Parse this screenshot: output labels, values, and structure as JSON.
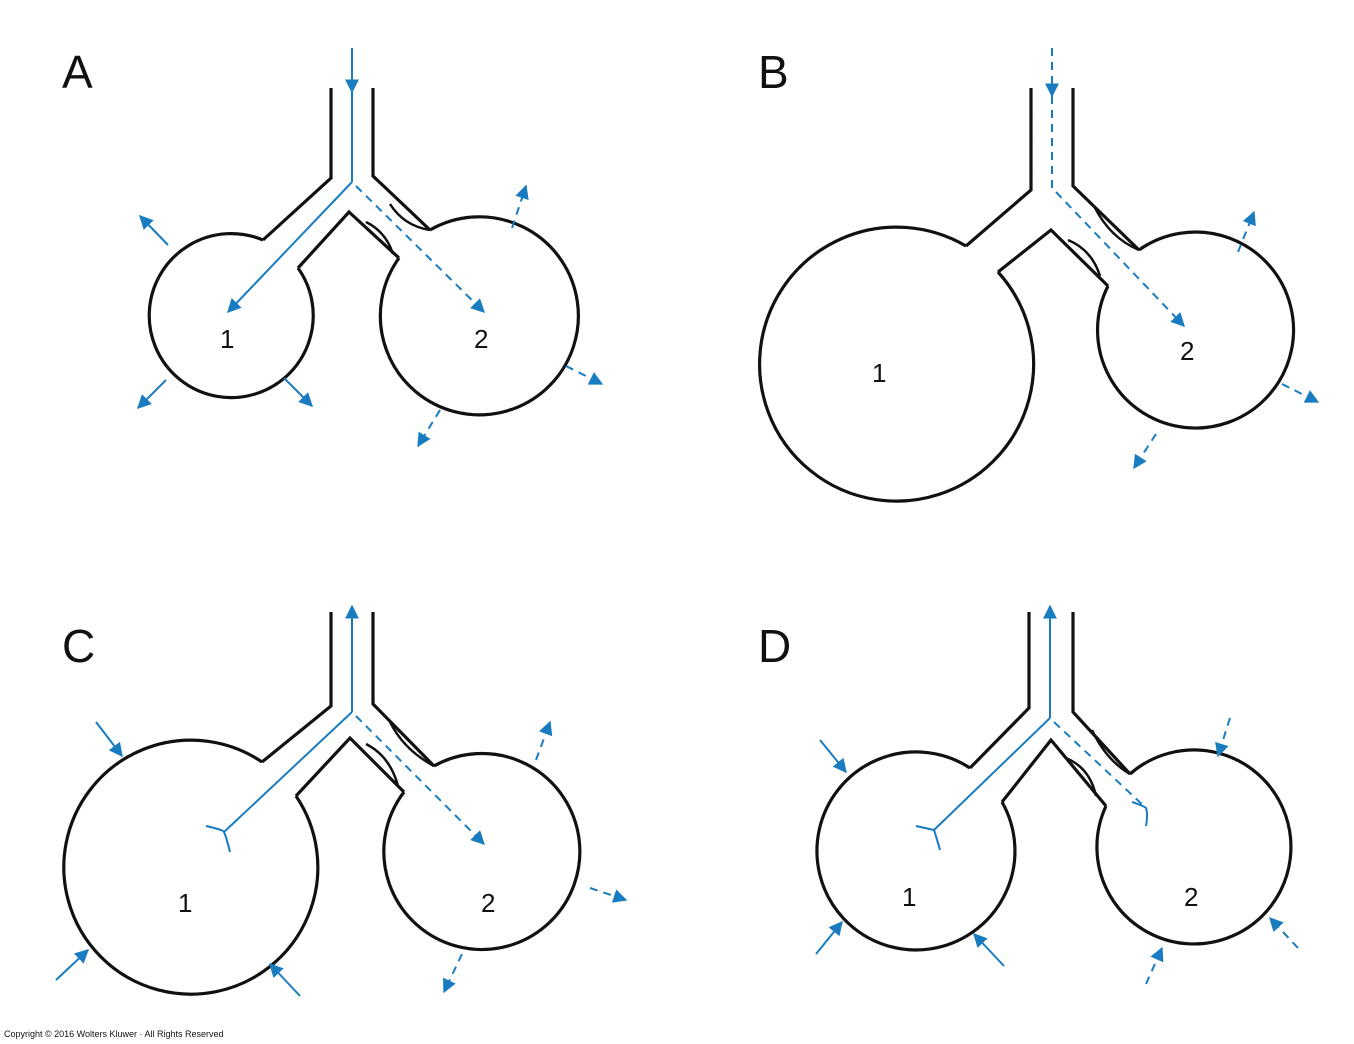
{
  "colors": {
    "outline": "#111111",
    "flow": "#1a7cc0",
    "background": "#ffffff"
  },
  "panels": [
    {
      "label": "A",
      "alveolus_1": "1",
      "alveolus_2": "2"
    },
    {
      "label": "B",
      "alveolus_1": "1",
      "alveolus_2": "2"
    },
    {
      "label": "C",
      "alveolus_1": "1",
      "alveolus_2": "2"
    },
    {
      "label": "D",
      "alveolus_1": "1",
      "alveolus_2": "2"
    }
  ],
  "copyright": "Copyright © 2016 Wolters Kluwer · All Rights Reserved"
}
